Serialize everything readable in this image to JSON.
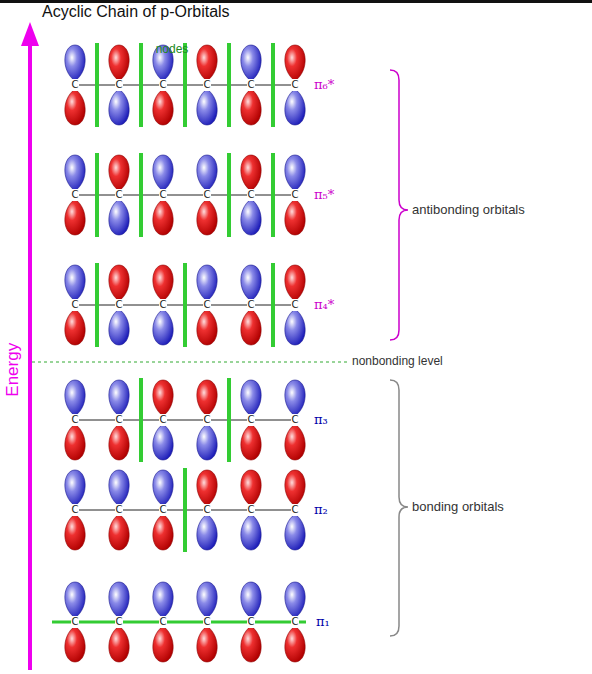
{
  "diagram": {
    "title": "Acyclic Chain of p-Orbitals",
    "labels": [
      "nodes",
      "π₆*",
      "π₅*",
      "π₄*",
      "π₃",
      "π₂",
      "π₁",
      "antibonding orbitals",
      "nonbonding level",
      "bonding orbitals",
      "Energy",
      "C",
      "C",
      "C",
      "C",
      "C",
      "C",
      "C",
      "C",
      "C",
      "C",
      "C",
      "C",
      "C",
      "C",
      "C",
      "C",
      "C",
      "C",
      "C",
      "C",
      "C",
      "C",
      "C",
      "C",
      "C",
      "C",
      "C",
      "C",
      "C",
      "C",
      "C",
      "C",
      "C",
      "C",
      "C",
      "C"
    ]
  }
}
